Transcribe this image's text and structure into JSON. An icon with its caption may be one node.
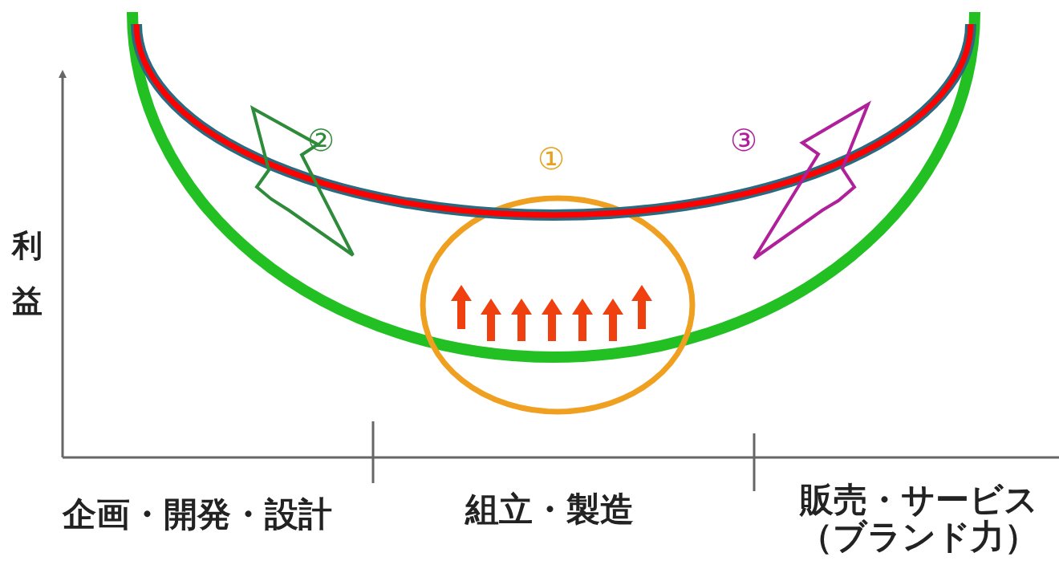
{
  "diagram": {
    "labels": [
      "②",
      "①",
      "③",
      "利益",
      "企画・開発・設計",
      "組立・製造",
      "販売・サービス（ブランド力）"
    ]
  }
}
